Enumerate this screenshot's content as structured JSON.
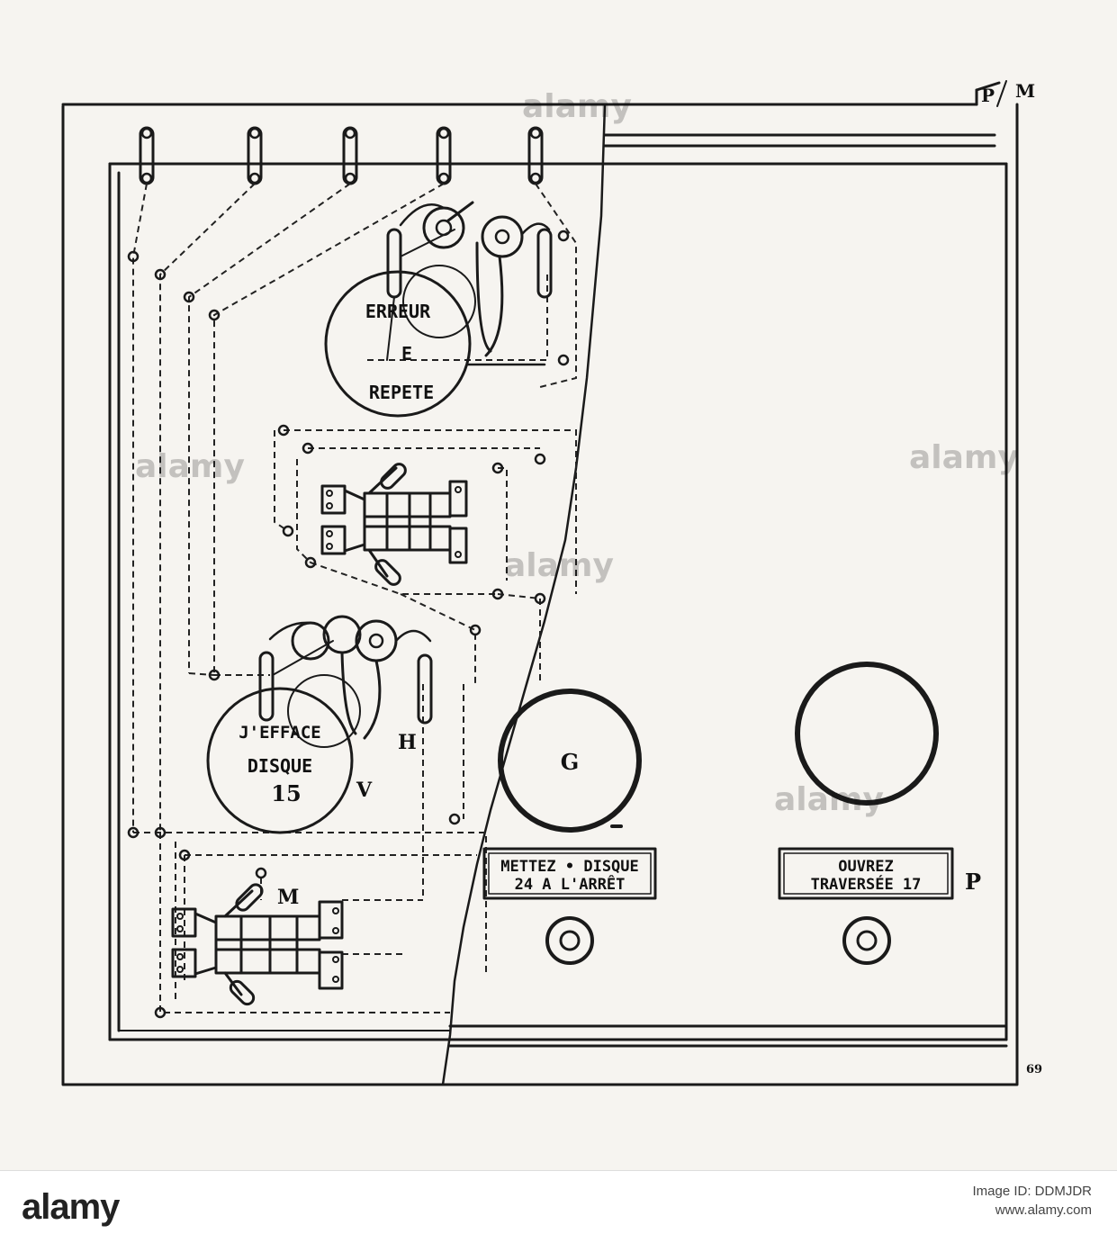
{
  "diagram": {
    "disk_labels": {
      "upper": [
        "ERREUR",
        "E",
        "REPETE"
      ],
      "lower": [
        "J'EFFACE",
        "DISQUE",
        "15"
      ],
      "g": "G"
    },
    "plates": {
      "left_line1": "METTEZ • DISQUE",
      "left_line2": "24 A L'ARRÊT",
      "right_line1": "OUVREZ",
      "right_line2": "TRAVERSÉE 17"
    },
    "letters": {
      "h": "H",
      "v": "V",
      "m": "M",
      "p_right": "P",
      "p_top": "P",
      "m_top": "M"
    },
    "margin_number": "69"
  },
  "watermark": {
    "brand": "alamy"
  },
  "footer": {
    "logo": "alamy",
    "image_id": "Image ID: DDMJDR",
    "url": "www.alamy.com"
  },
  "colors": {
    "ink": "#1a1a1a",
    "paper": "#f6f4f0"
  }
}
